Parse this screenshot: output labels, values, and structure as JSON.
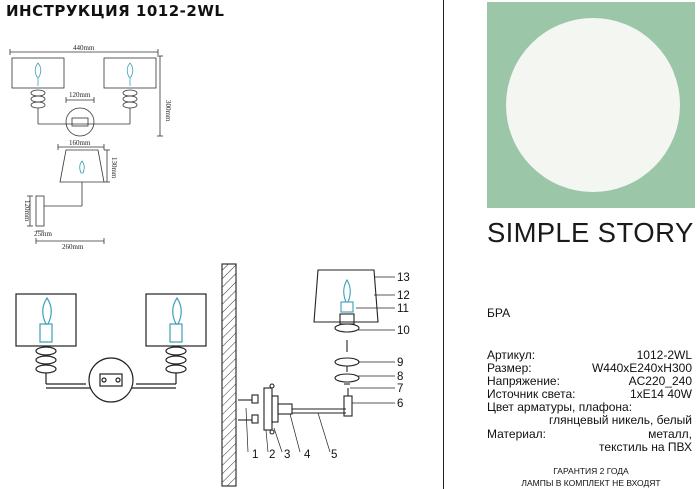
{
  "header": {
    "title": "ИНСТРУКЦИЯ 1012-2WL"
  },
  "brand": {
    "part1": "SIMPLE",
    "part2": "STORY",
    "bg_color": "#9cc6a8",
    "circle_color": "#f4f6f2"
  },
  "product": {
    "type": "БРА"
  },
  "specs": [
    {
      "label": "Артикул:",
      "value": "1012-2WL"
    },
    {
      "label": "Размер:",
      "value": "W440xE240xH300"
    },
    {
      "label": "Напряжение:",
      "value": "AC220_240"
    },
    {
      "label": "Источник света:",
      "value": "1xE14 40W"
    }
  ],
  "color_spec": {
    "label": "Цвет арматуры, плафона:",
    "value": "глянцевый никель, белый"
  },
  "material_spec": {
    "label": "Материал:",
    "value1": "металл,",
    "value2": "текстиль на ПВХ"
  },
  "warranty": {
    "line1": "ГАРАНТИЯ 2 ГОДА",
    "line2": "ЛАМПЫ В КОМПЛЕКТ НЕ ВХОДЯТ"
  },
  "dimensions": {
    "width_total": "440mm",
    "height_total": "300mm",
    "plate_width": "120mm",
    "shade_width": "160mm",
    "shade_height": "130mm",
    "wall_height": "120mm",
    "plate_depth": "25mm",
    "projection": "260mm"
  },
  "callouts": [
    "1",
    "2",
    "3",
    "4",
    "5",
    "6",
    "7",
    "8",
    "9",
    "10",
    "11",
    "12",
    "13"
  ]
}
